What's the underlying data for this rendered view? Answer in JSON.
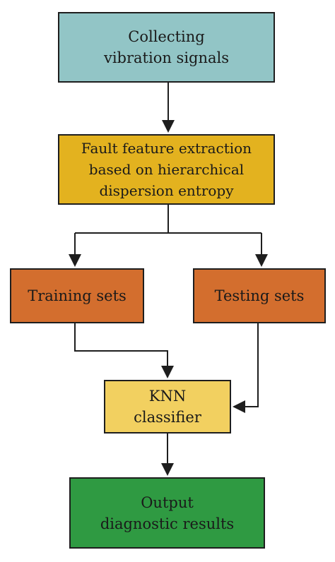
{
  "colors": {
    "collect_fill": "#92c5c6",
    "extract_fill": "#e3b21f",
    "sets_fill": "#d36e2e",
    "knn_fill": "#f2d060",
    "output_fill": "#2f9a42",
    "line": "#1e1e1e"
  },
  "nodes": {
    "collect": {
      "line1": "Collecting",
      "line2": "vibration signals"
    },
    "extract": {
      "line1": "Fault feature extraction",
      "line2": "based on hierarchical",
      "line3": "dispersion entropy"
    },
    "train": {
      "label": "Training sets"
    },
    "test": {
      "label": "Testing sets"
    },
    "knn": {
      "line1": "KNN",
      "line2": "classifier"
    },
    "output": {
      "line1": "Output",
      "line2": "diagnostic results"
    }
  }
}
